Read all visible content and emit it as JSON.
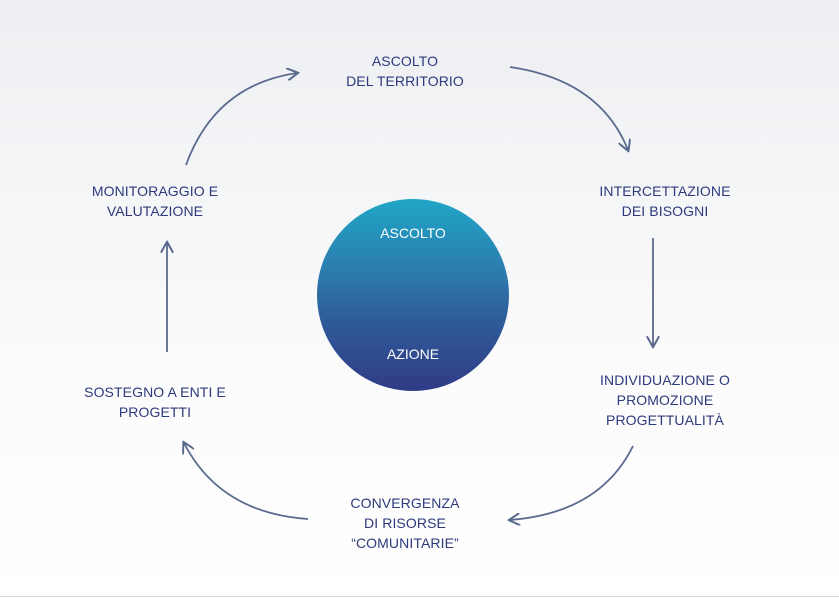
{
  "colors": {
    "text": "#2d3a7c",
    "arrow": "#5a6a8e",
    "circle_top": "#1fa6c7",
    "circle_bottom": "#2f3b86"
  },
  "cycle": {
    "steps": {
      "ascolto_territorio": [
        "ASCOLTO",
        "DEL TERRITORIO"
      ],
      "intercettazione": [
        "INTERCETTAZIONE",
        "DEI BISOGNI"
      ],
      "individuazione": [
        "INDIVIDUAZIONE O",
        "PROMOZIONE",
        "PROGETTUALITÀ"
      ],
      "convergenza": [
        "CONVERGENZA",
        "DI RISORSE",
        "“COMUNITARIE”"
      ],
      "sostegno": [
        "SOSTEGNO A ENTI E",
        "PROGETTI"
      ],
      "monitoraggio": [
        "MONITORAGGIO E",
        "VALUTAZIONE"
      ]
    },
    "center": {
      "top_label": "ASCOLTO",
      "bottom_label": "AZIONE"
    }
  }
}
